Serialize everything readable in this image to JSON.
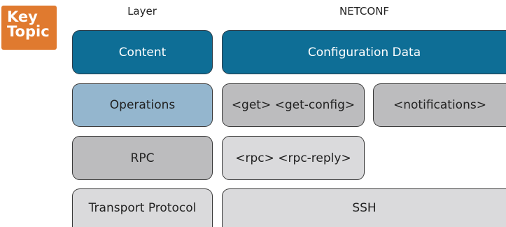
{
  "badge": {
    "line1": "Key",
    "line2": "Topic"
  },
  "headers": {
    "layer": "Layer",
    "netconf": "NETCONF"
  },
  "layers": [
    {
      "label": "Content"
    },
    {
      "label": "Operations"
    },
    {
      "label": "RPC"
    },
    {
      "label": "Transport Protocol"
    }
  ],
  "netconf": {
    "content": "Configuration Data",
    "operations": [
      "<get> <get-config>",
      "<notifications>"
    ],
    "rpc": "<rpc> <rpc-reply>",
    "transport": "SSH"
  },
  "colors": {
    "content": "#0e6e96",
    "operations_layer": "#94b6ce",
    "netconf_ops": "#bcbcbe",
    "rpc_layer": "#bcbcbe",
    "transport": "#dadadc",
    "badge": "#e07a2f"
  }
}
